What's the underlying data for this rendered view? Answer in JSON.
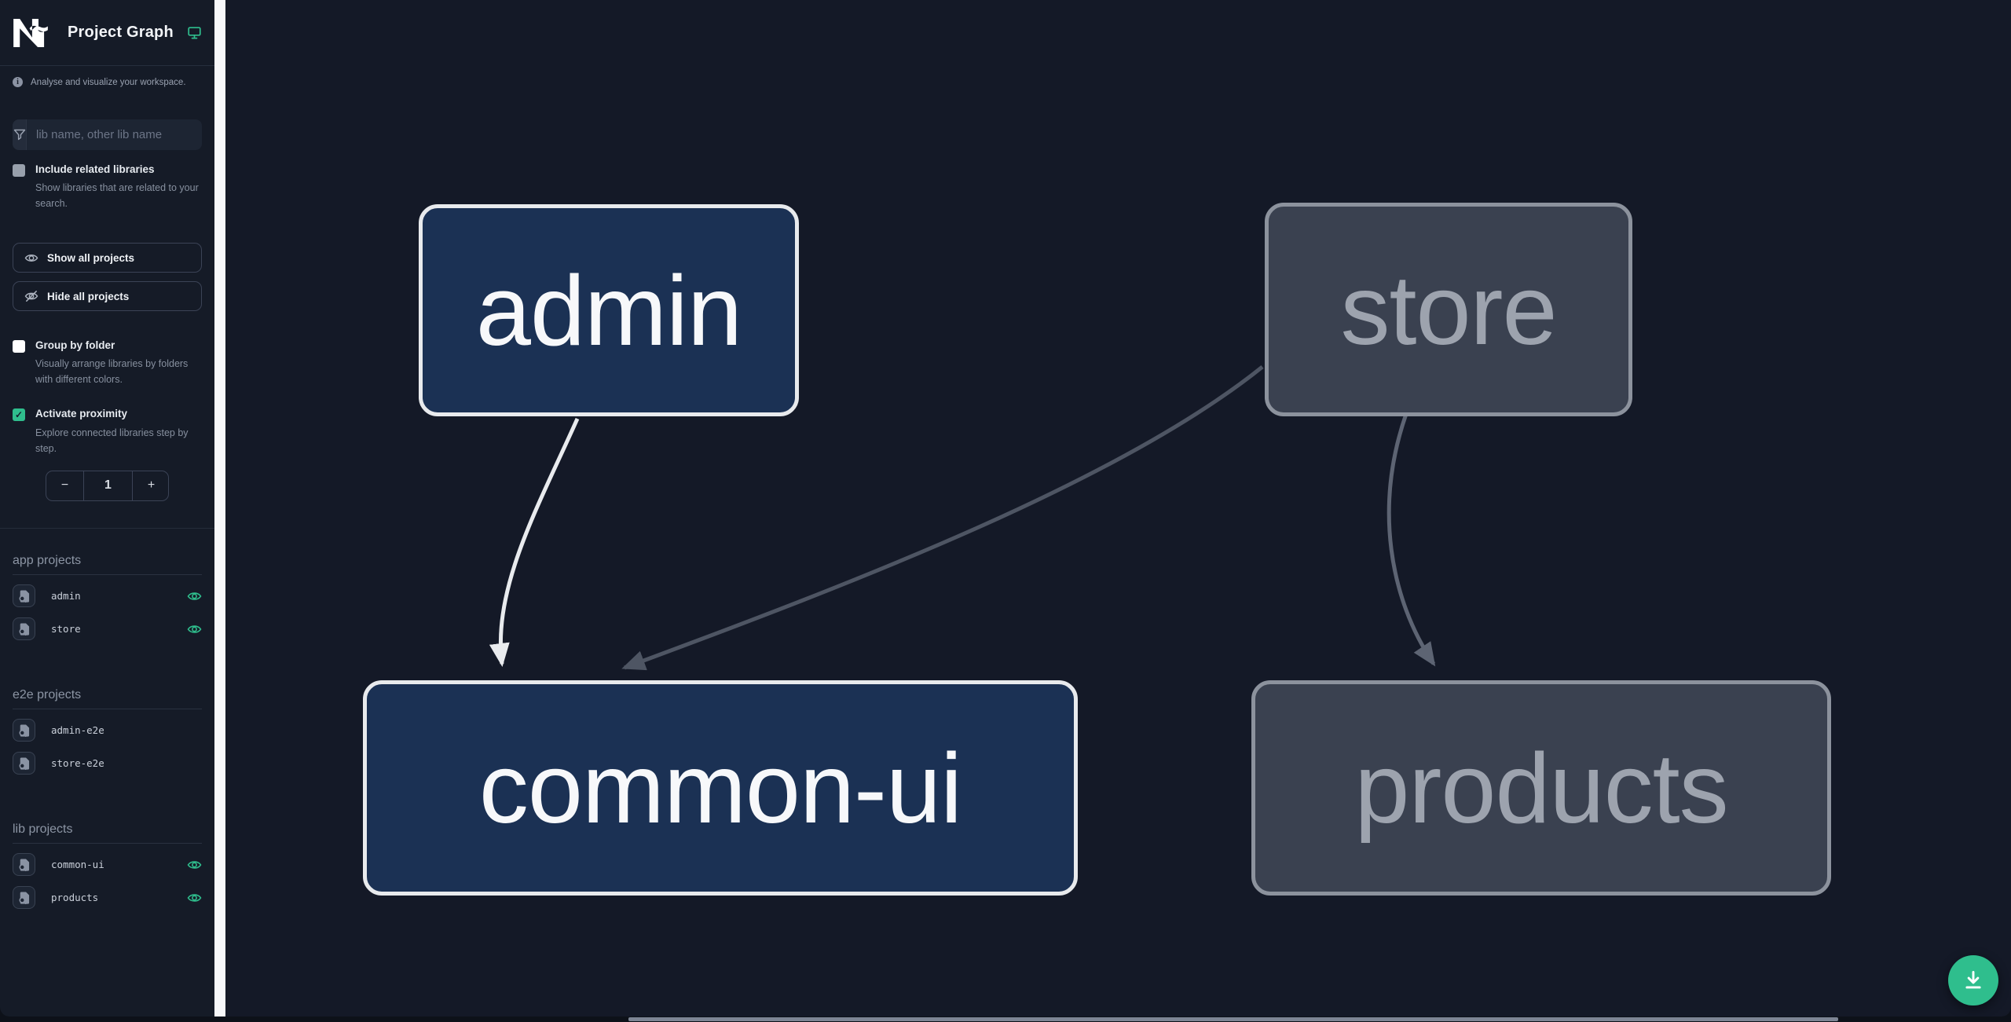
{
  "colors": {
    "bg_page": "#0d1119",
    "bg_canvas": "#141927",
    "bg_sidebar": "#151b27",
    "border_subtle": "#262e3d",
    "accent": "#2fbe8d",
    "input_bg": "#1d2533",
    "input_icon_bg": "#242c3b",
    "btn_border": "#3b4356",
    "node_blue_fill": "#1b3154",
    "node_blue_border": "#e8eaed",
    "node_gray_fill": "#3a4150",
    "node_gray_border": "#8c929d",
    "edge_white": "#e9ebee",
    "edge_gray": "#4e5563",
    "edge_gray2": "#5d6473",
    "scrollbar_white": "#f7f8fa",
    "hthumb": "#7d8594"
  },
  "sidebar": {
    "title": "Project Graph",
    "tagline": "Analyse and visualize your workspace.",
    "search_placeholder": "lib name, other lib name",
    "include_related": {
      "label": "Include related libraries",
      "description": "Show libraries that are related to your search.",
      "checked": false
    },
    "show_all": "Show all projects",
    "hide_all": "Hide all projects",
    "group_by_folder": {
      "label": "Group by folder",
      "description": "Visually arrange libraries by folders with different colors.",
      "checked": false
    },
    "activate_proximity": {
      "label": "Activate proximity",
      "description": "Explore connected libraries step by step.",
      "checked": true
    },
    "proximity": {
      "decrement": "−",
      "value": "1",
      "increment": "+"
    },
    "sections": [
      {
        "title": "app projects",
        "items": [
          {
            "name": "admin",
            "visible": true
          },
          {
            "name": "store",
            "visible": true
          }
        ]
      },
      {
        "title": "e2e projects",
        "items": [
          {
            "name": "admin-e2e",
            "visible": false
          },
          {
            "name": "store-e2e",
            "visible": false
          }
        ]
      },
      {
        "title": "lib projects",
        "items": [
          {
            "name": "common-ui",
            "visible": true
          },
          {
            "name": "products",
            "visible": true
          }
        ]
      }
    ]
  },
  "graph": {
    "nodes": [
      {
        "label": "admin",
        "type": "app",
        "emphasis": "highlighted"
      },
      {
        "label": "store",
        "type": "app",
        "emphasis": "dimmed"
      },
      {
        "label": "common-ui",
        "type": "lib",
        "emphasis": "highlighted"
      },
      {
        "label": "products",
        "type": "lib",
        "emphasis": "dimmed"
      }
    ],
    "edges": [
      {
        "source": "admin",
        "target": "common-ui",
        "emphasis": "highlighted"
      },
      {
        "source": "store",
        "target": "common-ui",
        "emphasis": "dimmed"
      },
      {
        "source": "store",
        "target": "products",
        "emphasis": "dimmed"
      }
    ]
  },
  "fab": {
    "icon": "download-icon"
  }
}
